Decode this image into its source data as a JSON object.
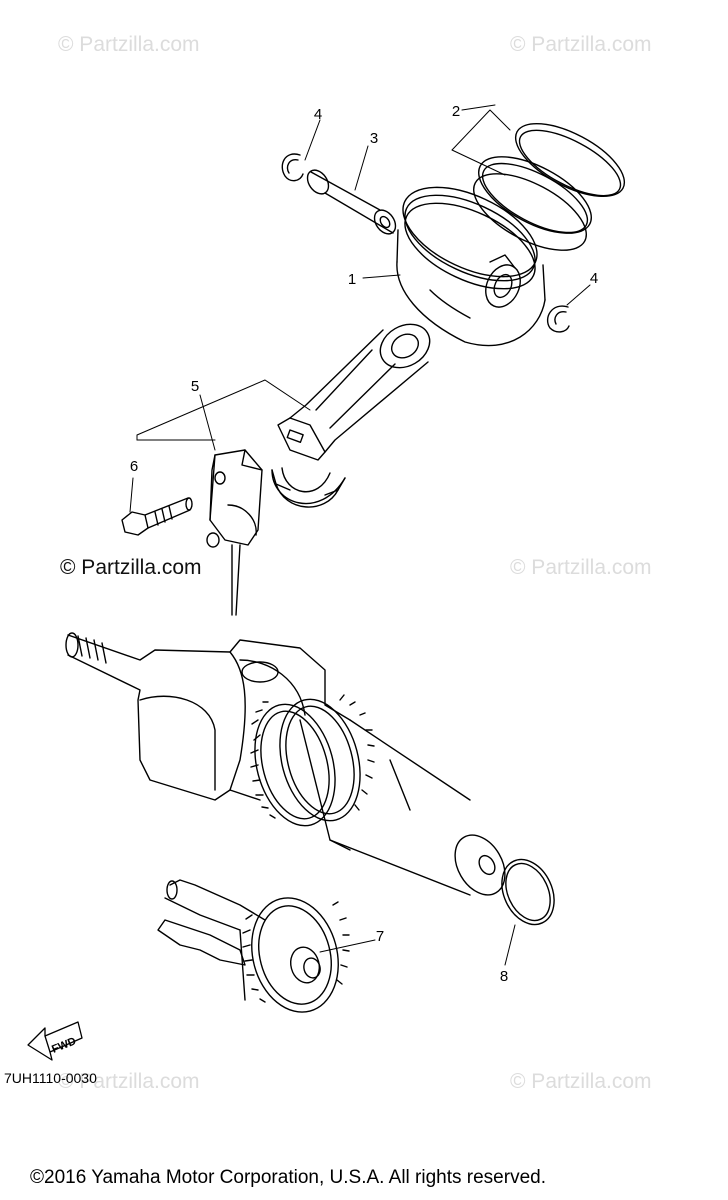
{
  "watermarks": {
    "top_left": "© Partzilla.com",
    "top_right": "© Partzilla.com",
    "middle_left": "© Partzilla.com",
    "middle_right": "© Partzilla.com",
    "bottom_left": "© Partzilla.com",
    "bottom_right": "© Partzilla.com"
  },
  "callouts": {
    "c1": "1",
    "c2": "2",
    "c3": "3",
    "c4a": "4",
    "c4b": "4",
    "c5": "5",
    "c6": "6",
    "c7": "7",
    "c8": "8"
  },
  "fwd_label": "FWD",
  "diagram_code": "7UH1110-0030",
  "copyright": "©2016  Yamaha Motor Corporation, U.S.A. All rights reserved."
}
